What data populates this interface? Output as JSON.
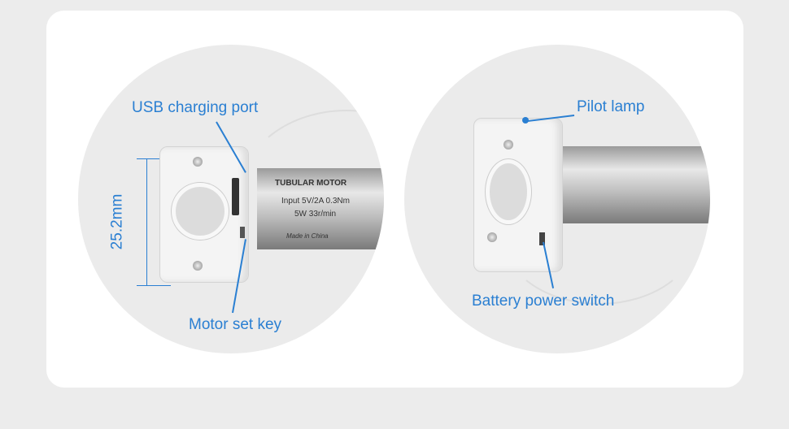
{
  "left_panel": {
    "usb_label": "USB charging port",
    "key_label": "Motor set key",
    "dimension": "25.2mm",
    "motor_label": {
      "title": "TUBULAR MOTOR",
      "line1": "Input 5V/2A   0.3Nm",
      "line2": "5W    33r/min",
      "origin": "Made in China"
    }
  },
  "right_panel": {
    "lamp_label": "Pilot lamp",
    "switch_label": "Battery power switch"
  },
  "colors": {
    "accent": "#2a7fd2",
    "circle": "#ebebeb"
  }
}
